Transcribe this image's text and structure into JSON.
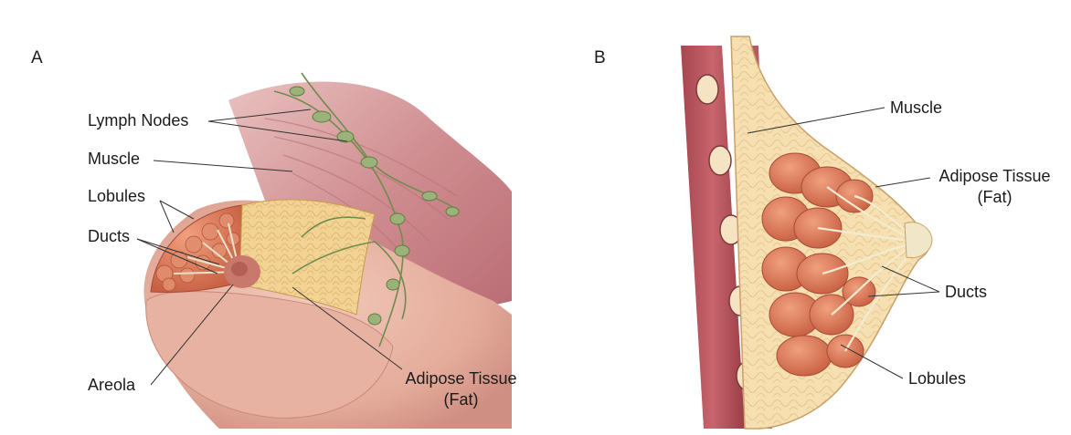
{
  "panel_a": {
    "letter": "A",
    "labels": {
      "lymph_nodes": "Lymph Nodes",
      "muscle": "Muscle",
      "lobules": "Lobules",
      "ducts": "Ducts",
      "areola": "Areola",
      "adipose_line1": "Adipose Tissue",
      "adipose_line2": "(Fat)"
    }
  },
  "panel_b": {
    "letter": "B",
    "labels": {
      "muscle": "Muscle",
      "adipose_line1": "Adipose Tissue",
      "adipose_line2": "(Fat)",
      "ducts": "Ducts",
      "lobules": "Lobules"
    }
  },
  "colors": {
    "skin": "#e8b7a6",
    "skin_shadow": "#cf8f82",
    "muscle": "#c67b83",
    "muscle_dark": "#9b4750",
    "fat": "#f0cf8a",
    "fat_light": "#f6dfae",
    "lobule": "#de7c5e",
    "lobule_dark": "#b9553c",
    "lymph": "#9bb37a",
    "areola": "#c9786c"
  }
}
